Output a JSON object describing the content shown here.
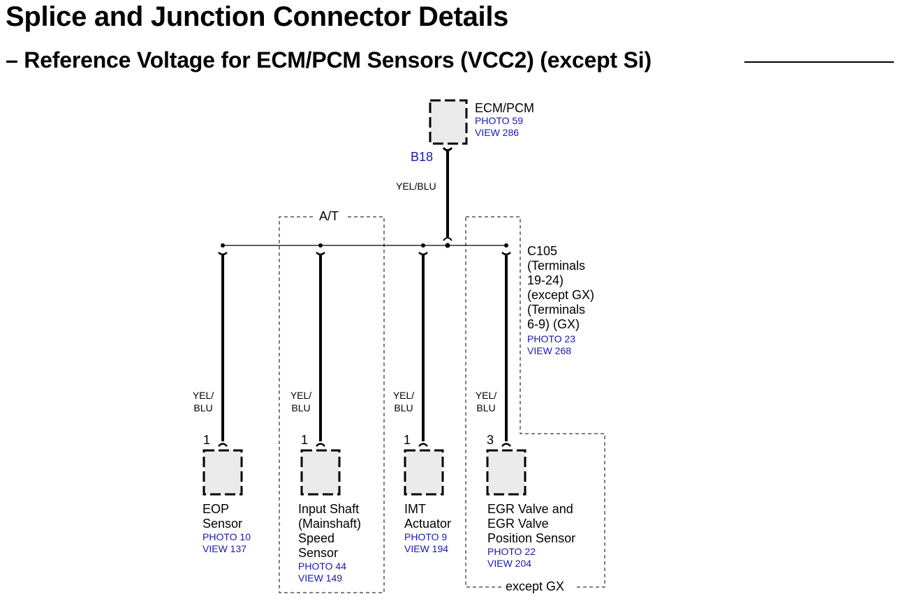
{
  "header": {
    "title": "Splice and Junction Connector Details",
    "subtitle": "– Reference Voltage for ECM/PCM Sensors (VCC2) (except Si)"
  },
  "ecm": {
    "name": "ECM/PCM",
    "photo": "PHOTO 59",
    "view": "VIEW 286",
    "terminal": "B18",
    "wire_color": "YEL/BLU"
  },
  "junction": {
    "lines": [
      "C105",
      "(Terminals",
      "19-24)",
      "(except GX)",
      "(Terminals",
      "6-9) (GX)"
    ],
    "photo": "PHOTO 23",
    "view": "VIEW 268"
  },
  "zones": {
    "at": "A/T",
    "except_gx": "except GX"
  },
  "branches": [
    {
      "wire": [
        "YEL/",
        "BLU"
      ],
      "pin": "1",
      "name": [
        "EOP",
        "Sensor"
      ],
      "photo": "PHOTO 10",
      "view": "VIEW 137"
    },
    {
      "wire": [
        "YEL/",
        "BLU"
      ],
      "pin": "1",
      "name": [
        "Input Shaft",
        "(Mainshaft)",
        "Speed",
        "Sensor"
      ],
      "photo": "PHOTO 44",
      "view": "VIEW 149"
    },
    {
      "wire": [
        "YEL/",
        "BLU"
      ],
      "pin": "1",
      "name": [
        "IMT",
        "Actuator"
      ],
      "photo": "PHOTO 9",
      "view": "VIEW 194"
    },
    {
      "wire": [
        "YEL/",
        "BLU"
      ],
      "pin": "3",
      "name": [
        "EGR Valve and",
        "EGR Valve",
        "Position Sensor"
      ],
      "photo": "PHOTO 22",
      "view": "VIEW 204"
    }
  ],
  "colors": {
    "reference_text": "#1a1aa6",
    "component_fill": "#ebebeb",
    "wire": "#000000"
  }
}
